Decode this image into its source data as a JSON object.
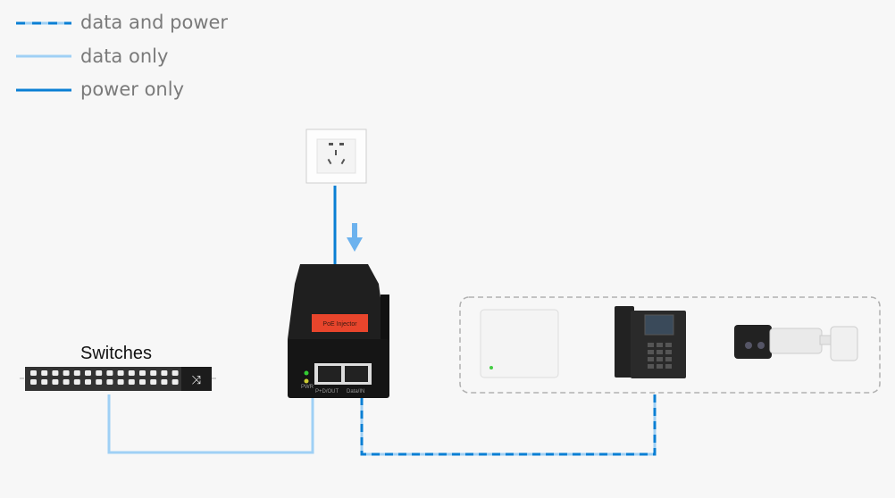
{
  "legend": [
    {
      "label": "data and power",
      "style": "dashed"
    },
    {
      "label": "data only",
      "style": "light"
    },
    {
      "label": "power only",
      "style": "solid"
    }
  ],
  "colors": {
    "power": "#0a7fd4",
    "data": "#9fd0f5",
    "box": "#b0b0b0",
    "device": "#222222",
    "label_red": "#e8452c"
  },
  "switch": {
    "label": "Switches",
    "ports_per_row": 14
  },
  "injector": {
    "brand": "PoE Injector",
    "port_out": "P+D/OUT",
    "port_in": "Data/IN",
    "led_label": "PWR"
  }
}
